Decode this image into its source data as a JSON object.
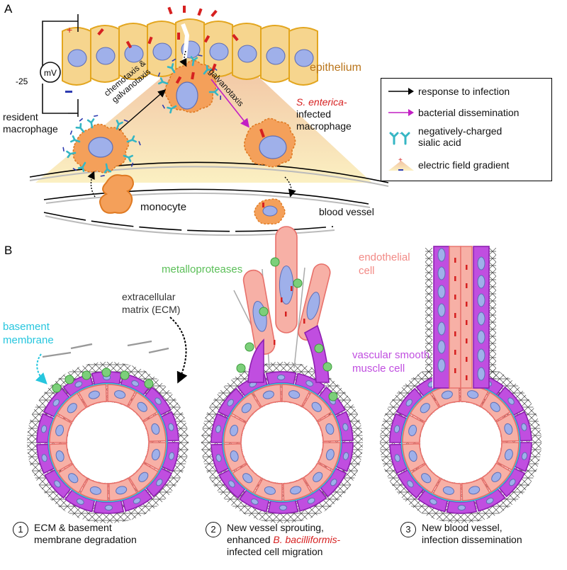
{
  "panels": {
    "a": "A",
    "b": "B"
  },
  "panel_a": {
    "voltage": "-25",
    "meter": "mV",
    "plus": "+",
    "epithelium": "epithelium",
    "resident_macrophage": [
      "resident",
      "macrophage"
    ],
    "chemotaxis": [
      "chemotaxis &",
      "galvanotaxis"
    ],
    "galvanotaxis": "galvanotaxis",
    "infected_macrophage": {
      "species": "S. enterica-",
      "line1": "infected",
      "line2": "macrophage"
    },
    "monocyte": "monocyte",
    "blood_vessel": "blood vessel"
  },
  "legend": [
    {
      "label": "response to infection",
      "color": "#000000"
    },
    {
      "label": "bacterial dissemination",
      "color": "#c21fc4"
    },
    {
      "label": "negatively-charged",
      "label2": "sialic acid",
      "color": "#35b6c4"
    },
    {
      "label": "electric field gradient",
      "color": "#f4d9a0"
    }
  ],
  "panel_b": {
    "metalloproteases": "metalloproteases",
    "endothelial": [
      "endothelial",
      "cell"
    ],
    "ecm": [
      "extracellular",
      "matrix (ECM)"
    ],
    "basement": [
      "basement",
      "membrane"
    ],
    "vsmc": [
      "vascular smooth",
      "muscle cell"
    ],
    "steps": [
      {
        "num": "1",
        "line1": "ECM & basement",
        "line2": "membrane degradation"
      },
      {
        "num": "2",
        "line1": "New vessel sprouting,",
        "line2a": "enhanced ",
        "line2b": "B. bacilliformis",
        "line2c": "-",
        "line3": "infected cell migration"
      },
      {
        "num": "3",
        "line1": "New blood vessel,",
        "line2": "infection dissemination"
      }
    ]
  },
  "colors": {
    "epithelium_fill": "#f6d58e",
    "epithelium_border": "#e3a61f",
    "nucleus": "#9fb0ea",
    "macrophage": "#f4a05a",
    "endothelial": "#f7b0a6",
    "smooth_muscle": "#c04ee0",
    "metalloprotease": "#7ccf7a",
    "basement_membrane": "#26c6de",
    "infection_red": "#d62020",
    "epithelium_text": "#b9741a",
    "gradient_top": "#f3c9a6",
    "gradient_bottom": "#fbf1c6"
  }
}
